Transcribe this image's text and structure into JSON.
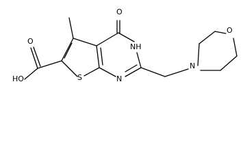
{
  "molecule": {
    "atom_labels": {
      "oxo_O": "O",
      "NH": "NH",
      "N_ring": "N",
      "S": "S",
      "acid_OH": "HO",
      "acid_O": "O",
      "morph_N": "N",
      "morph_O": "O"
    }
  }
}
